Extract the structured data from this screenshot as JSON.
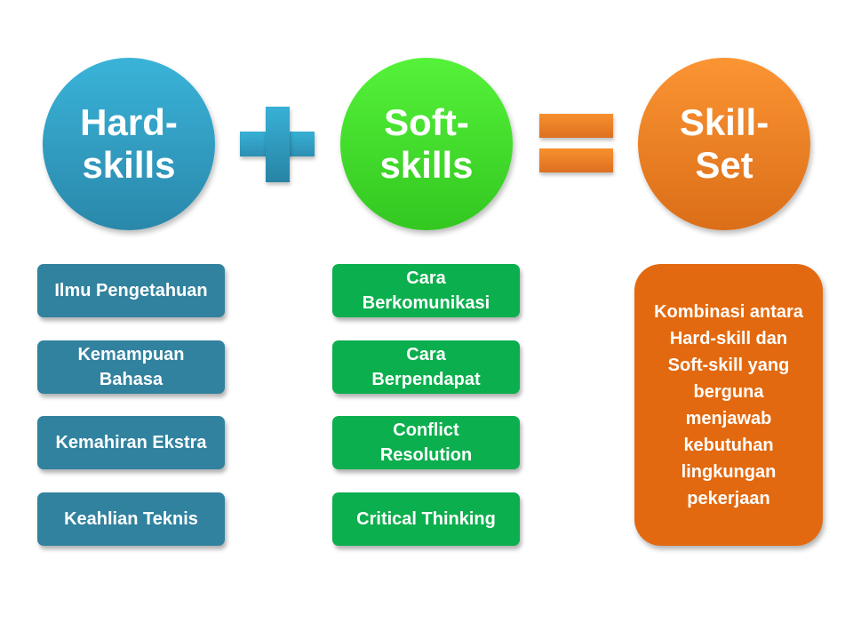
{
  "circles": {
    "hard": "Hard-skills",
    "soft": "Soft-skills",
    "skillset": "Skill-Set"
  },
  "operators": {
    "plus": "plus-icon",
    "equals": "equals-icon"
  },
  "hard_skills": [
    "Ilmu Pengetahuan",
    "Kemampuan Bahasa",
    "Kemahiran Ekstra",
    "Keahlian Teknis"
  ],
  "soft_skills": [
    "Cara Berkomunikasi",
    "Cara Berpendapat",
    "Conflict Resolution",
    "Critical Thinking"
  ],
  "skillset_description": "Kombinasi antara Hard-skill dan Soft-skill yang berguna menjawab kebutuhan lingkungan pekerjaan",
  "colors": {
    "hard": "#31829e",
    "soft": "#0caf4e",
    "skillset": "#e2690f"
  }
}
